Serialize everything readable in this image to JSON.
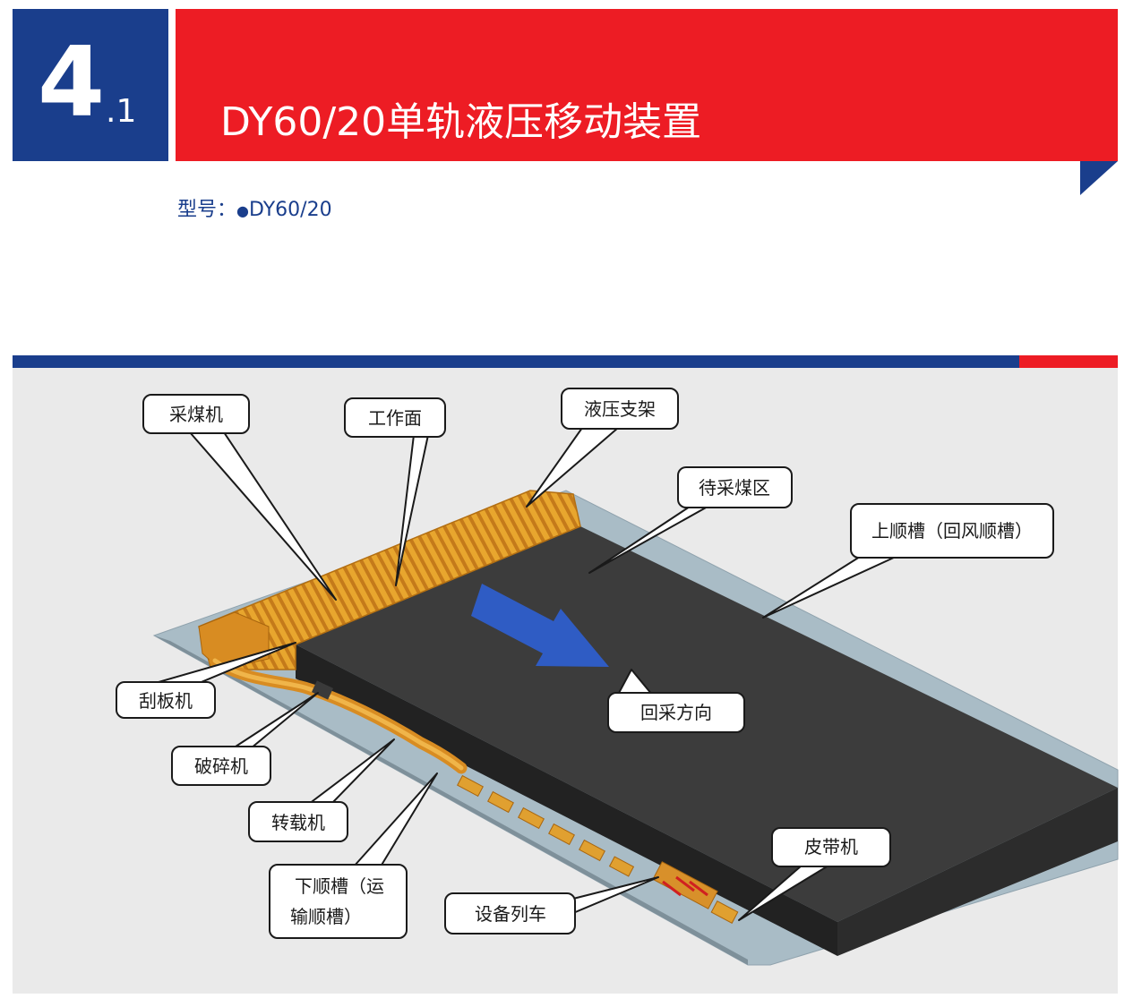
{
  "header": {
    "number": "4",
    "sub_number": ".1",
    "title": "DY60/20单轨液压移动装置",
    "model_label": "型号：",
    "model_bullet": "●",
    "model_value": "DY60/20"
  },
  "colors": {
    "brand_blue": "#1a3e8c",
    "brand_red": "#ed1c24",
    "coal_block": "#3a3a3a",
    "equipment": "#e0a030",
    "arrow": "#2f5cc4",
    "figure_bg": "#eaeaea"
  },
  "diagram": {
    "labels": {
      "shearer": "采煤机",
      "working_face": "工作面",
      "hydraulic_support": "液压支架",
      "mining_zone": "待采煤区",
      "upper_gateway": "上顺槽（回风顺槽）",
      "scraper_conveyor": "刮板机",
      "crusher": "破碎机",
      "mining_direction": "回采方向",
      "stage_loader": "转载机",
      "lower_gateway_line1": "下顺槽（运",
      "lower_gateway_line2": "输顺槽）",
      "equipment_train": "设备列车",
      "belt_conveyor": "皮带机"
    }
  }
}
